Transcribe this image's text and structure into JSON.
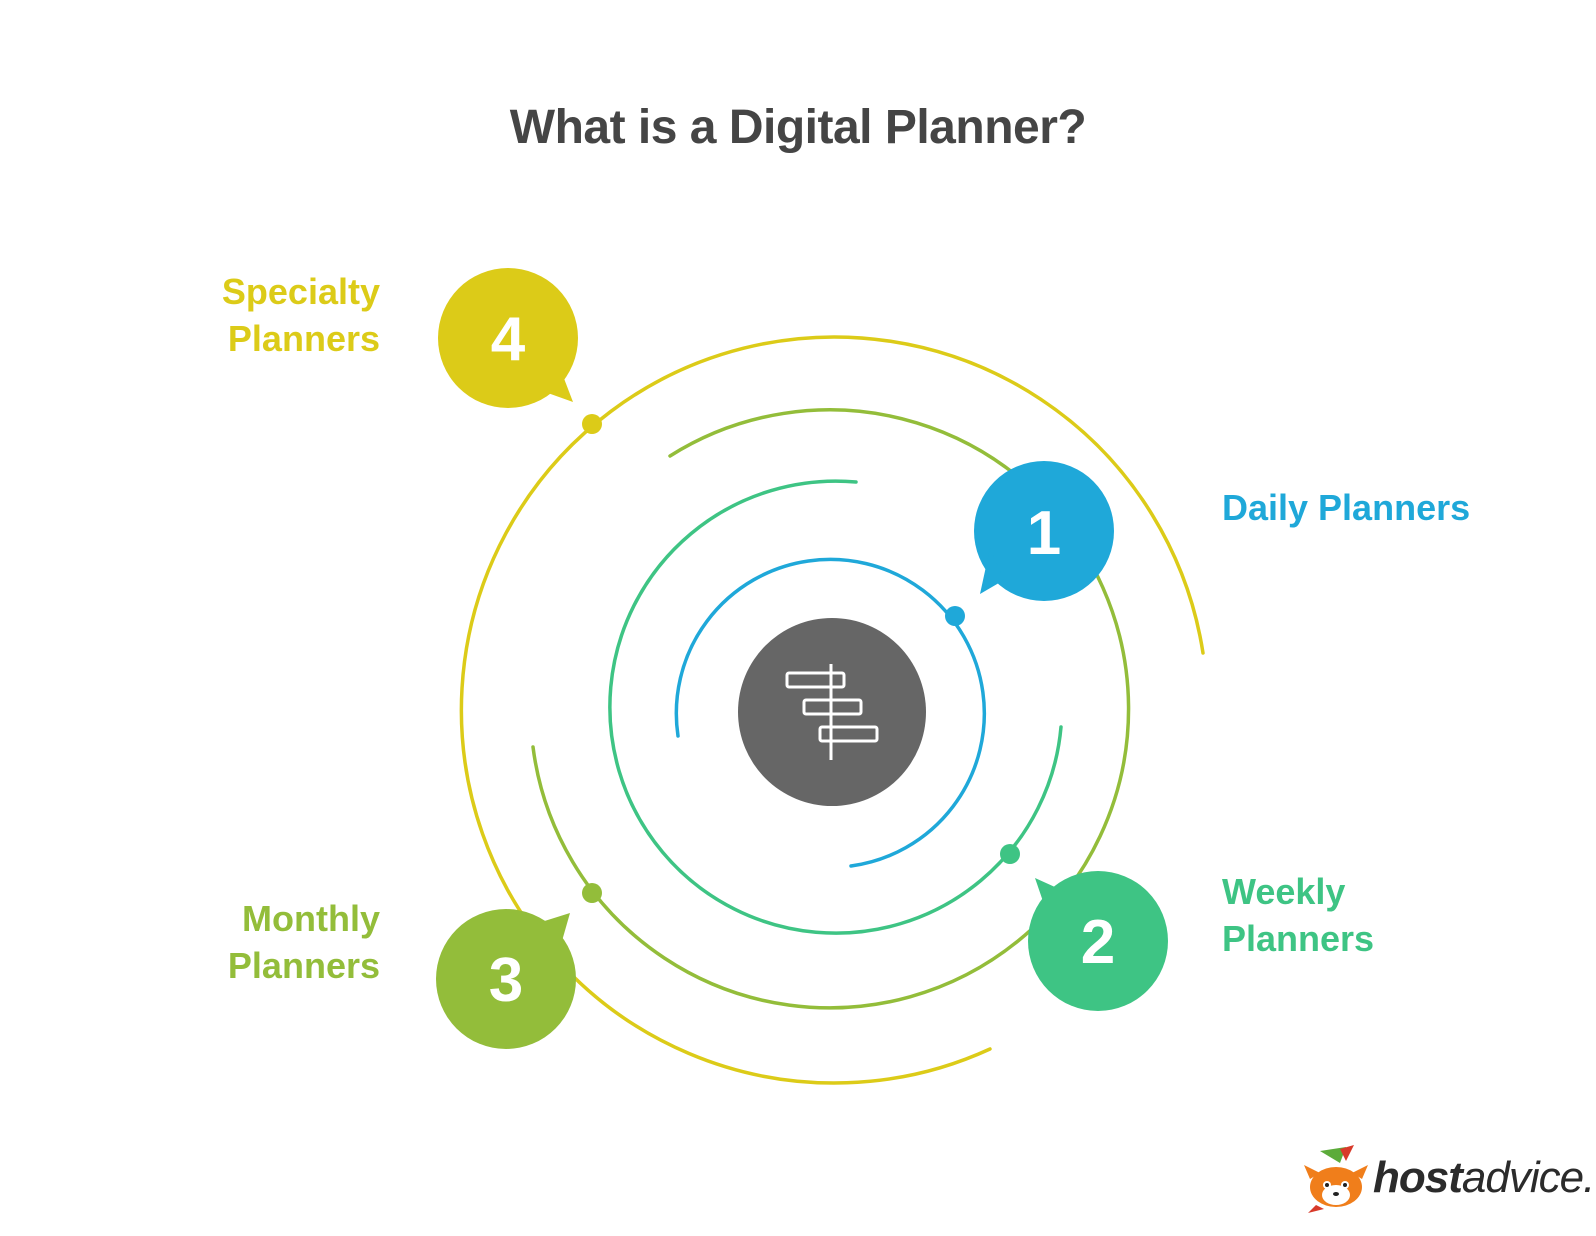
{
  "title": "What is a Digital Planner?",
  "colors": {
    "background": "#ffffff",
    "title": "#454545",
    "center": "#666666",
    "daily": "#1fa8d9",
    "weekly": "#3ec484",
    "monthly": "#93bd3a",
    "specialty": "#dccb18"
  },
  "center_icon": "gantt-chart-icon",
  "items": [
    {
      "number": "1",
      "lines": [
        "Daily Planners"
      ],
      "color": "#1fa8d9"
    },
    {
      "number": "2",
      "lines": [
        "Weekly",
        "Planners"
      ],
      "color": "#3ec484"
    },
    {
      "number": "3",
      "lines": [
        "Monthly",
        "Planners"
      ],
      "color": "#93bd3a"
    },
    {
      "number": "4",
      "lines": [
        "Specialty",
        "Planners"
      ],
      "color": "#dccb18"
    }
  ],
  "logo": {
    "icon": "fox-mascot-icon",
    "bold": "host",
    "regular": "advice."
  }
}
